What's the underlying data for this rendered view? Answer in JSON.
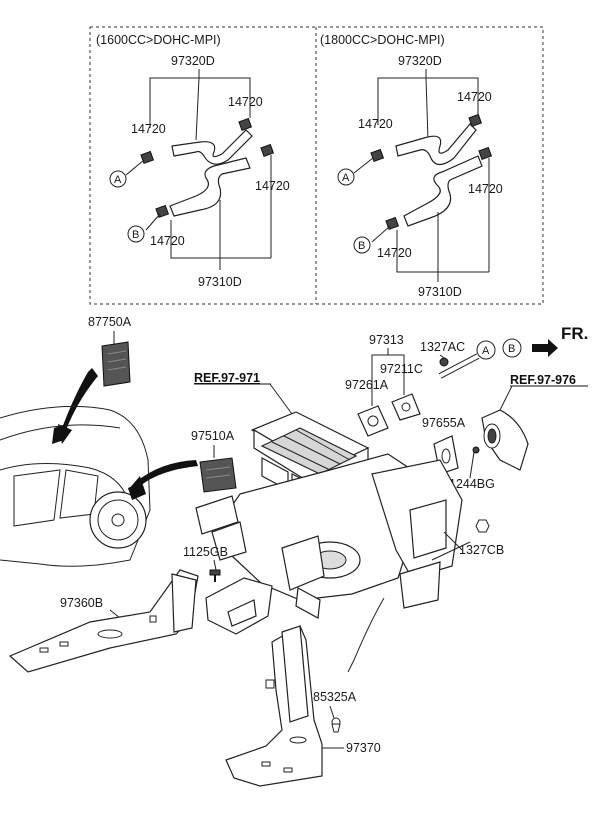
{
  "diagram": {
    "box_left_title": "(1600CC>DOHC-MPI)",
    "box_right_title": "(1800CC>DOHC-MPI)",
    "left": {
      "hose_upper": "97320D",
      "hose_lower": "97310D",
      "clamp_tr": "14720",
      "clamp_l": "14720",
      "clamp_r": "14720",
      "clamp_bl": "14720",
      "conn_a": "A",
      "conn_b": "B"
    },
    "right": {
      "hose_upper": "97320D",
      "hose_lower": "97310D",
      "clamp_tr": "14720",
      "clamp_l": "14720",
      "clamp_r": "14720",
      "clamp_bl": "14720",
      "conn_a": "A",
      "conn_b": "B"
    },
    "main": {
      "fr": "FR.",
      "conn_a": "A",
      "conn_b": "B",
      "ref_left": "REF.97-971",
      "ref_right": "REF.97-976",
      "p87750A": "87750A",
      "p97510A": "97510A",
      "p97313": "97313",
      "p1327AC": "1327AC",
      "p97211C": "97211C",
      "p97261A": "97261A",
      "p97655A": "97655A",
      "p1244BG": "1244BG",
      "p1327CB": "1327CB",
      "p1125GB": "1125GB",
      "p97360B": "97360B",
      "p85325A": "85325A",
      "p97370": "97370"
    }
  }
}
